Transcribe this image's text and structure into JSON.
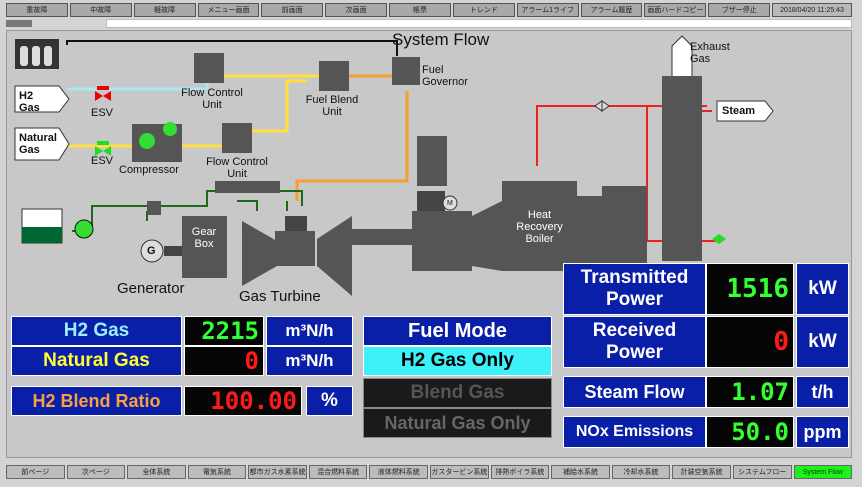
{
  "top_buttons": [
    "重故障",
    "中故障",
    "軽故障",
    "メニュー画面",
    "前画面",
    "次画面",
    "帳票",
    "トレンド",
    "アラーム1ライフ",
    "アラーム履歴",
    "画面ハードコピー",
    "ブザー停止"
  ],
  "clock": "2018/04/20 11:25:43",
  "diagram": {
    "title": "System Flow",
    "h2_gas": "H2 Gas",
    "natural_gas": "Natural Gas",
    "esv1": "ESV",
    "esv2": "ESV",
    "compressor": "Compressor",
    "flow_control_unit_1": "Flow Control Unit",
    "flow_control_unit_2": "Flow Control Unit",
    "fuel_blend_unit": "Fuel Blend Unit",
    "fuel_governor": "Fuel Governor",
    "exhaust_gas": "Exhaust Gas",
    "steam": "Steam",
    "heat_recovery_boiler": "Heat Recovery Boiler",
    "gear_box": "Gear Box",
    "generator": "Generator",
    "gas_turbine": "Gas Turbine",
    "g": "G",
    "m": "M"
  },
  "fuel": {
    "h2_label": "H2 Gas",
    "h2_value": "2215",
    "h2_unit": "m³N/h",
    "ng_label": "Natural Gas",
    "ng_value": "0",
    "ng_unit": "m³N/h",
    "blend_label": "H2 Blend Ratio",
    "blend_value": "100.00",
    "blend_unit": "%"
  },
  "fuel_mode": {
    "title": "Fuel Mode",
    "options": [
      "H2 Gas Only",
      "Blend Gas",
      "Natural Gas Only"
    ],
    "selected": "H2 Gas Only"
  },
  "output": {
    "tp_label": "Transmitted Power",
    "tp_value": "1516",
    "tp_unit": "kW",
    "rp_label": "Received Power",
    "rp_value": "0",
    "rp_unit": "kW",
    "sf_label": "Steam Flow",
    "sf_value": "1.07",
    "sf_unit": "t/h",
    "nox_label": "NOx Emissions",
    "nox_value": "50.0",
    "nox_unit": "ppm"
  },
  "bottom_buttons": [
    "前ページ",
    "次ページ",
    "全体系統",
    "電気系統",
    "都市ガス水素系統",
    "混合燃料系統",
    "液体燃料系統",
    "ガスタービン系統",
    "排熱ボイラ系統",
    "補給水系統",
    "冷却水系統",
    "計装空気系統",
    "システムフロー",
    "System Flow"
  ],
  "colors": {
    "h2_line": "#a8e8f8",
    "ng_line": "#ffe040",
    "blend_line": "#f5a030",
    "steam_line": "#ee2020",
    "oil_line": "#1a6a1a"
  }
}
